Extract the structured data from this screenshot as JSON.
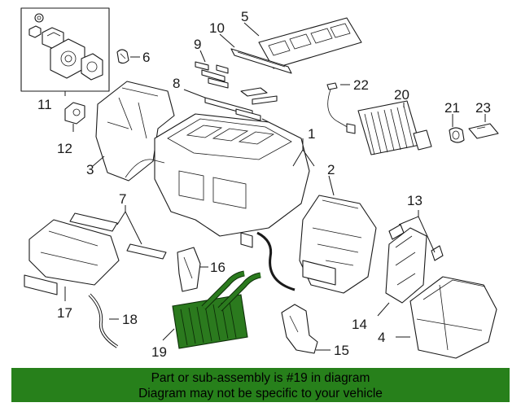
{
  "diagram": {
    "callouts": {
      "c1": "1",
      "c2": "2",
      "c3": "3",
      "c4": "4",
      "c5": "5",
      "c6": "6",
      "c7": "7",
      "c8": "8",
      "c9a": "9",
      "c9b": "9",
      "c10": "10",
      "c11": "11",
      "c12": "12",
      "c13": "13",
      "c14": "14",
      "c15": "15",
      "c16": "16",
      "c17": "17",
      "c18": "18",
      "c19": "19",
      "c20": "20",
      "c21": "21",
      "c22": "22",
      "c23": "23"
    },
    "highlighted_part": "19",
    "colors": {
      "highlight": "#2b7a1e",
      "banner": "#27801b",
      "line": "#1a1a1a"
    }
  },
  "banner": {
    "line1": "Part or sub-assembly is #19 in diagram",
    "line2": "Diagram may not be specific to your vehicle"
  }
}
